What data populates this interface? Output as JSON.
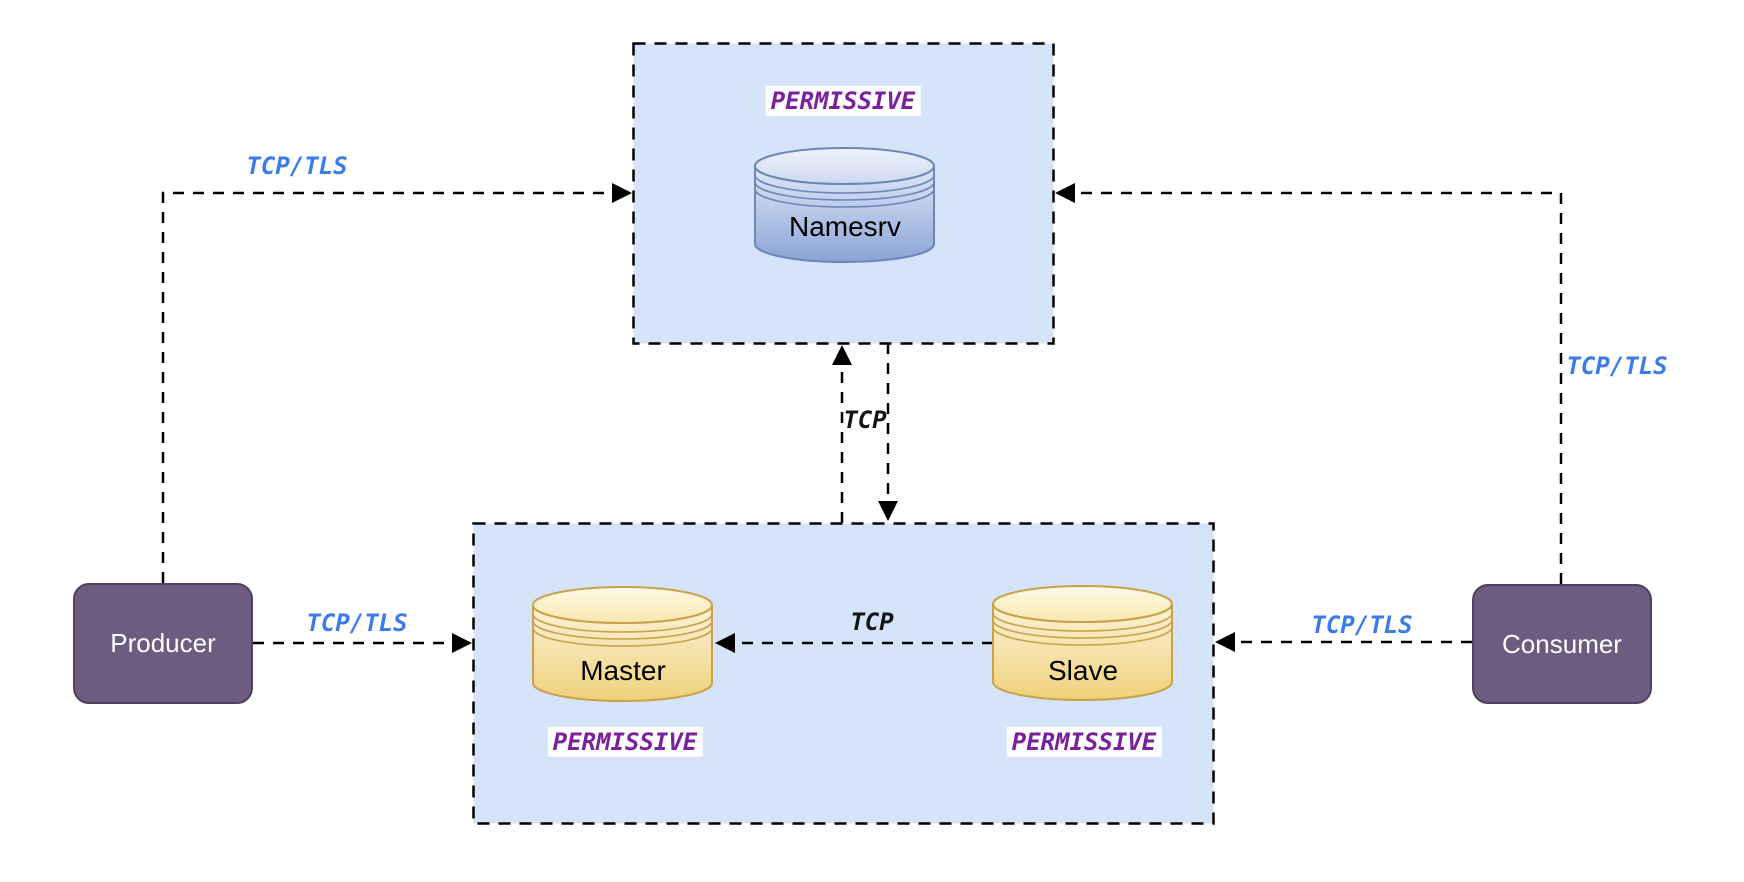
{
  "nodes": {
    "namesrv": {
      "label": "Namesrv",
      "acl": "PERMISSIVE"
    },
    "master": {
      "label": "Master",
      "acl": "PERMISSIVE"
    },
    "slave": {
      "label": "Slave",
      "acl": "PERMISSIVE"
    },
    "producer": {
      "label": "Producer"
    },
    "consumer": {
      "label": "Consumer"
    }
  },
  "edges": {
    "producer_to_namesrv": {
      "label": "TCP/TLS"
    },
    "consumer_to_namesrv": {
      "label": "TCP/TLS"
    },
    "producer_to_broker": {
      "label": "TCP/TLS"
    },
    "consumer_to_broker": {
      "label": "TCP/TLS"
    },
    "slave_to_master": {
      "label": "TCP"
    },
    "broker_namesrv_sync": {
      "label": "TCP"
    }
  },
  "colors": {
    "container_fill": "#d6e4fa",
    "edge_tls_text": "#3b7bec",
    "acl_text": "#7b219b",
    "actor_fill": "#6e5b80",
    "actor_border": "#4f4160",
    "cylinder_blue_stroke": "#6d86b8",
    "cylinder_yellow_stroke": "#c9a14a",
    "line_color": "#000000"
  }
}
